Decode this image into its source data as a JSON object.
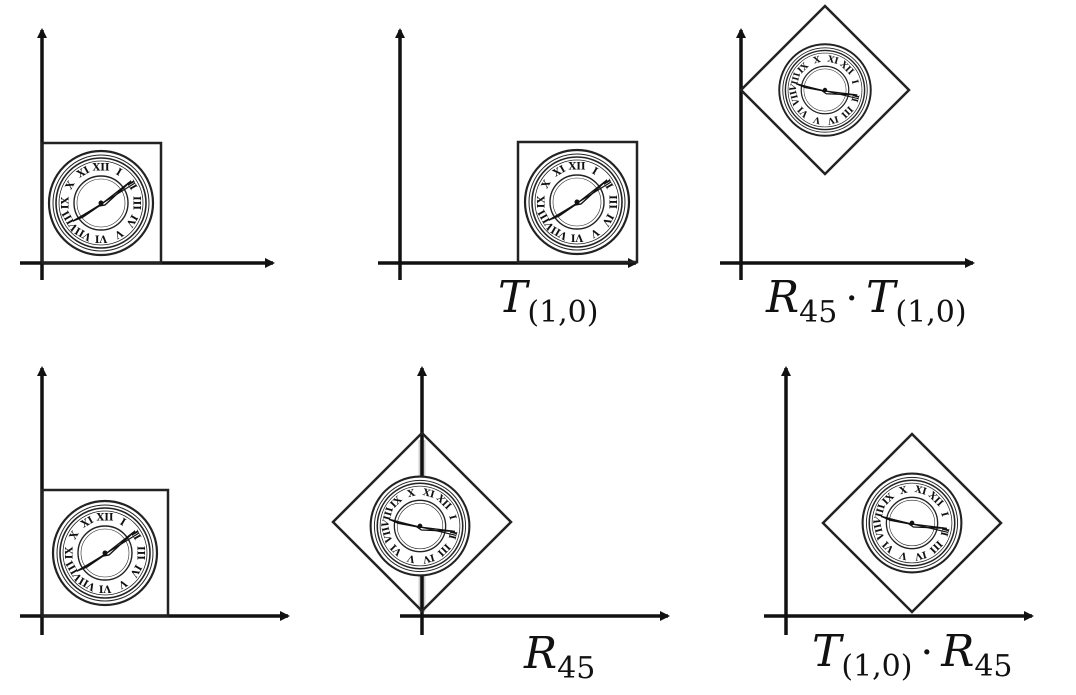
{
  "labels": {
    "translate": {
      "base": "T",
      "sub": "(1,0)"
    },
    "rotate_after_translate": {
      "r": "R",
      "r_sub": "45",
      "dot": "·",
      "t": "T",
      "t_sub": "(1,0)"
    },
    "rotate": {
      "base": "R",
      "sub": "45"
    },
    "translate_after_rotate": {
      "t": "T",
      "t_sub": "(1,0)",
      "dot": "·",
      "r": "R",
      "r_sub": "45"
    }
  },
  "colors": {
    "ink": "#111111",
    "ghost_axis": "#cfcfcf"
  },
  "icons": {
    "clock": "clock-icon"
  }
}
